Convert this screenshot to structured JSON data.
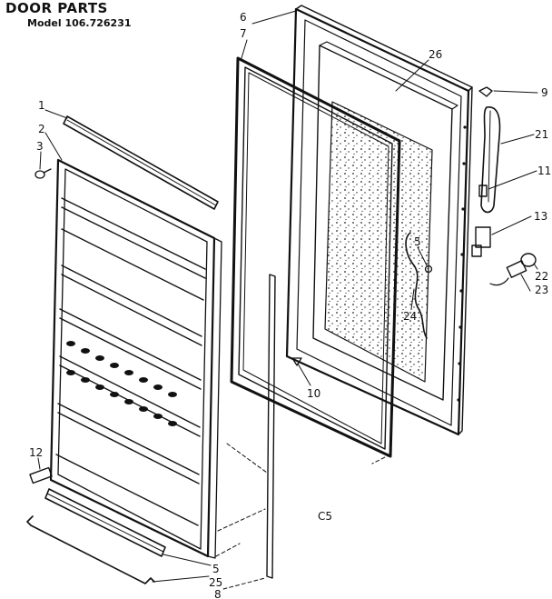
{
  "title": "DOOR PARTS",
  "model": "Model 106.726231",
  "callouts": {
    "c1": "1",
    "c2": "2",
    "c3": "3",
    "c5a": "5",
    "c5b": "5",
    "c6": "6",
    "c7": "7",
    "c8": "8",
    "c9": "9",
    "c10": "10",
    "c11": "11",
    "c12": "12",
    "c13": "13",
    "c21": "21",
    "c22": "22",
    "c23": "23",
    "c24": "24",
    "c25": "25",
    "c26": "26",
    "c5c": "C5"
  }
}
